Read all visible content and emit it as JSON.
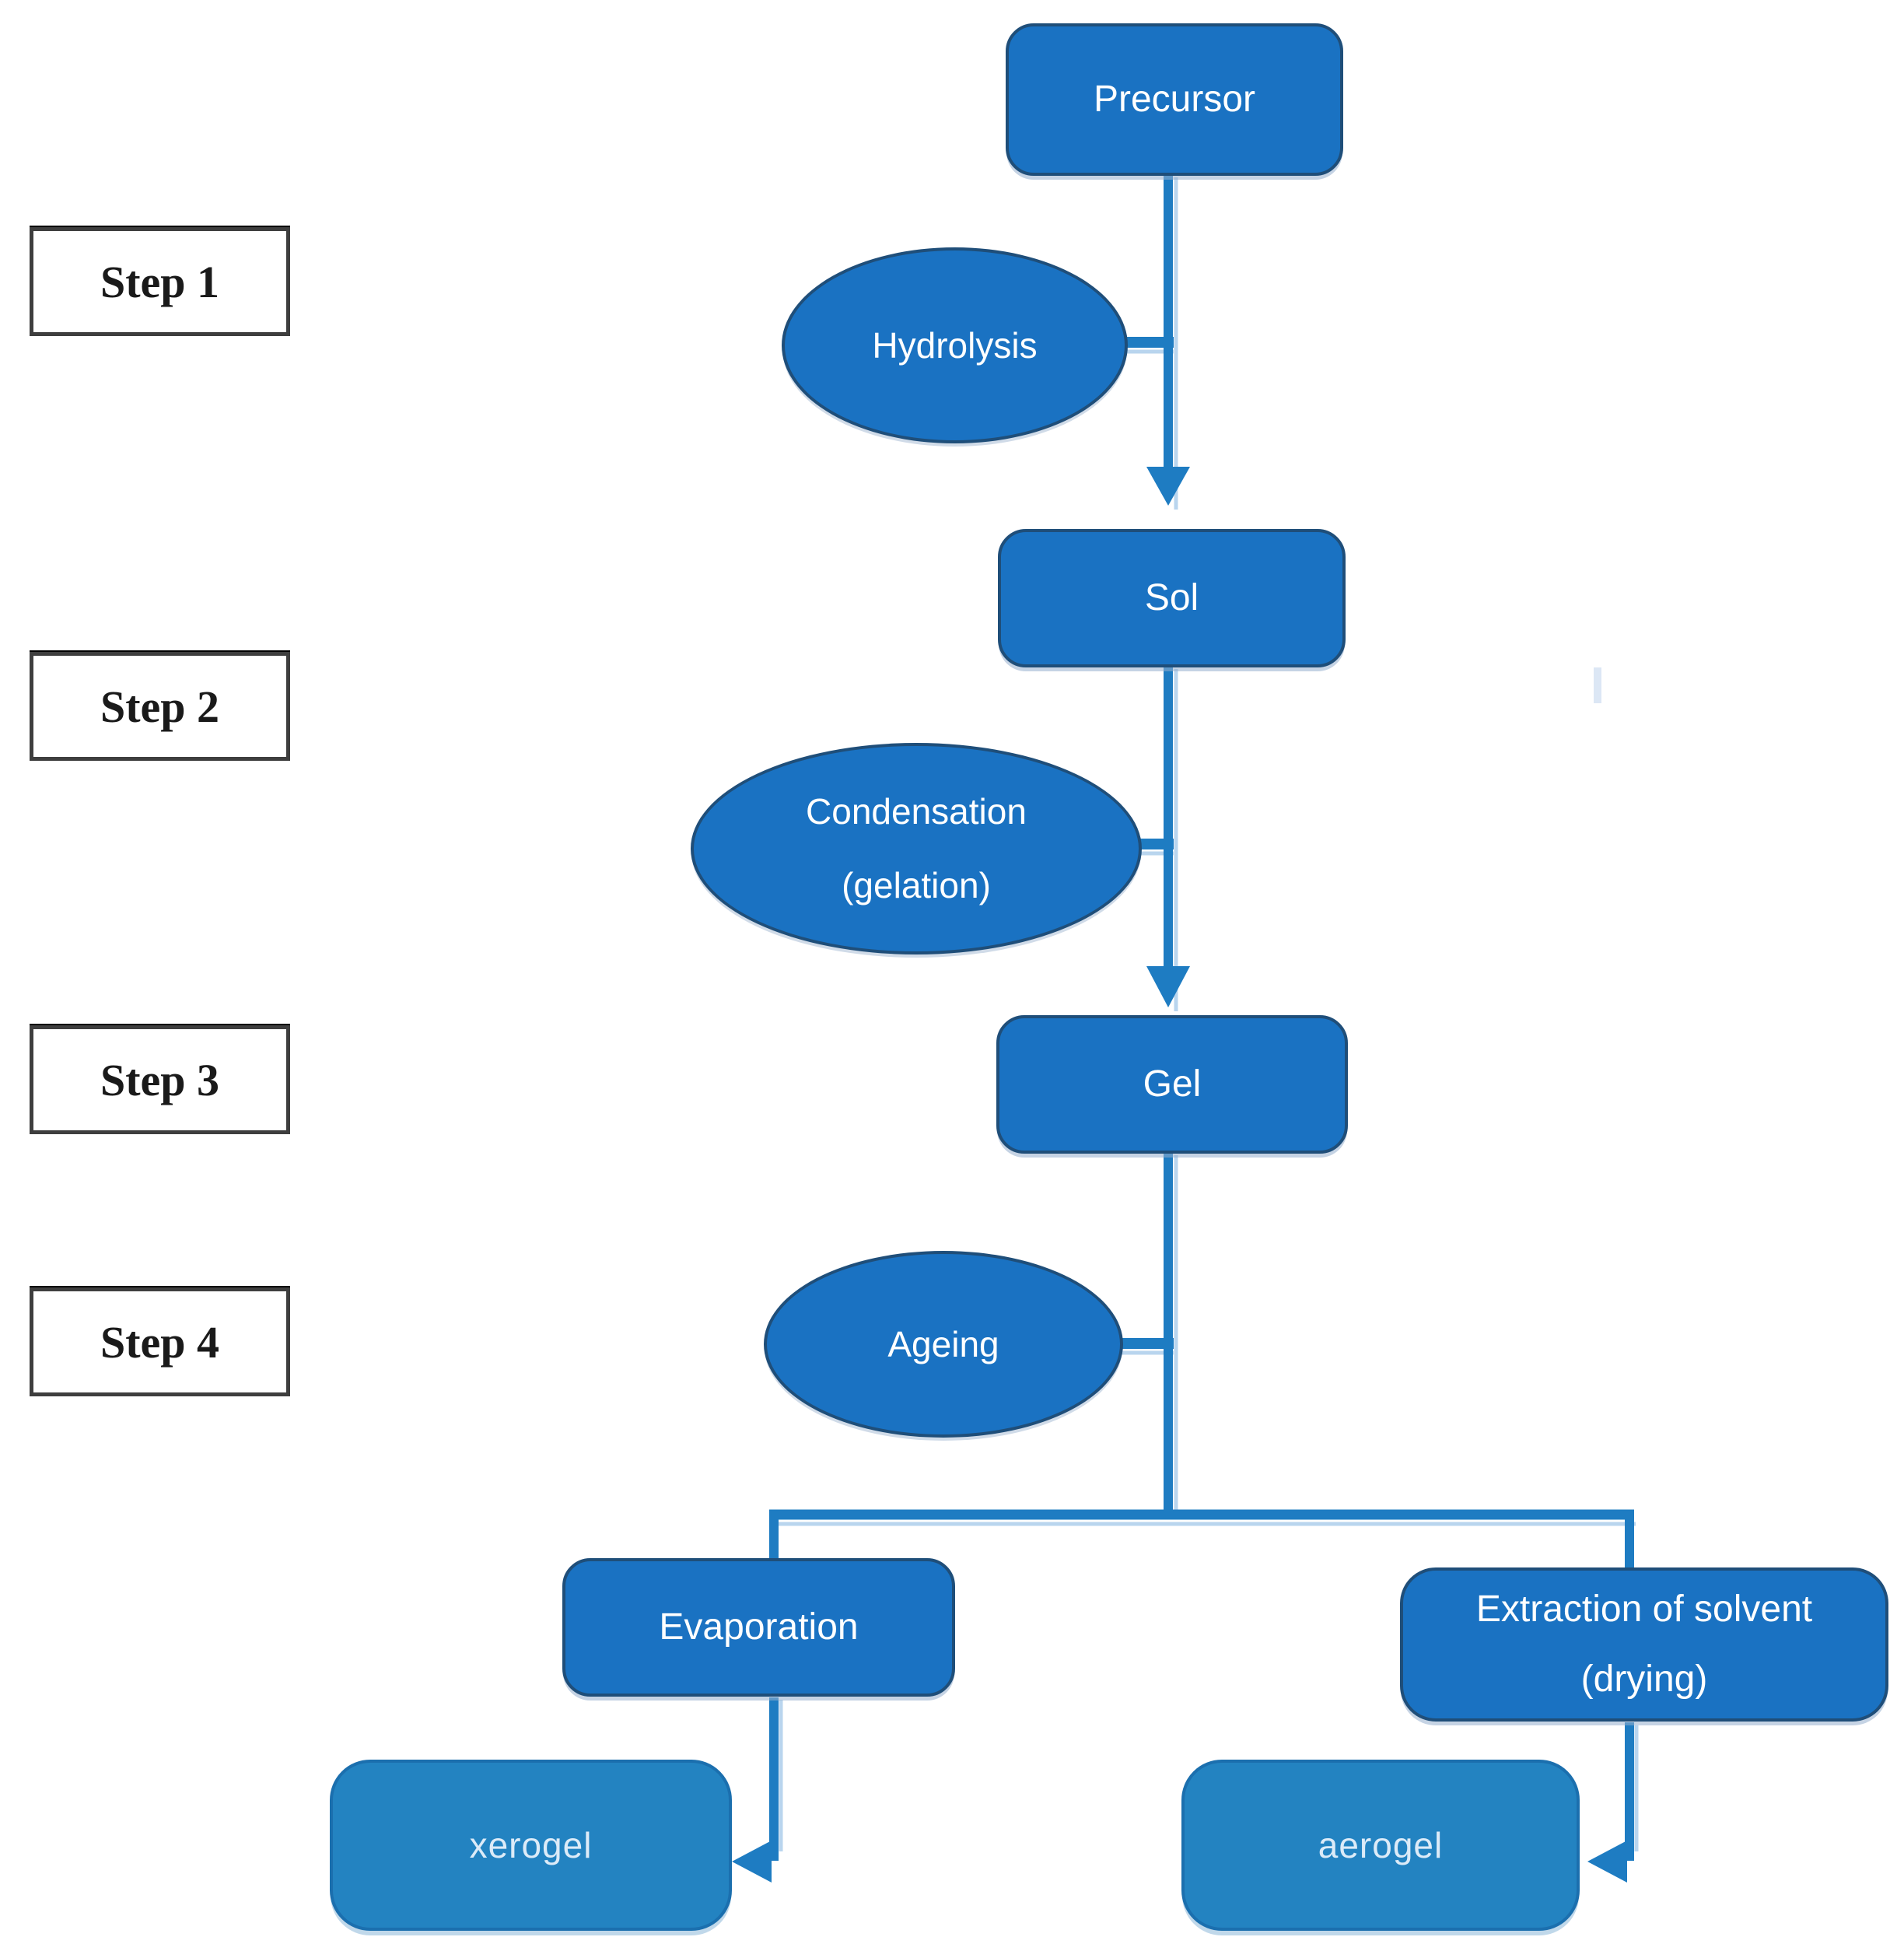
{
  "diagram": {
    "steps": [
      {
        "label": "Step 1"
      },
      {
        "label": "Step 2"
      },
      {
        "label": "Step 3"
      },
      {
        "label": "Step 4"
      }
    ],
    "nodes": {
      "precursor": {
        "label": "Precursor",
        "shape": "rounded-rect"
      },
      "hydrolysis": {
        "label": "Hydrolysis",
        "shape": "ellipse"
      },
      "sol": {
        "label": "Sol",
        "shape": "rounded-rect"
      },
      "condensation": {
        "line1": "Condensation",
        "line2": "(gelation)",
        "shape": "ellipse"
      },
      "gel": {
        "label": "Gel",
        "shape": "rounded-rect"
      },
      "ageing": {
        "label": "Ageing",
        "shape": "ellipse"
      },
      "evaporation": {
        "label": "Evaporation",
        "shape": "rounded-rect"
      },
      "extraction": {
        "line1": "Extraction of solvent",
        "line2": "(drying)",
        "shape": "rounded-rect"
      },
      "xerogel": {
        "label": "xerogel",
        "shape": "rounded-rect-light"
      },
      "aerogel": {
        "label": "aerogel",
        "shape": "rounded-rect-light"
      }
    },
    "edges": [
      {
        "from": "Precursor",
        "to": "Sol",
        "via": "Hydrolysis",
        "step": "Step 1"
      },
      {
        "from": "Sol",
        "to": "Gel",
        "via": "Condensation (gelation)",
        "step": "Step 2"
      },
      {
        "from": "Gel",
        "to": "branch",
        "via": "Ageing",
        "step": "Step 3 / Step 4"
      },
      {
        "from": "branch",
        "to": "Evaporation"
      },
      {
        "from": "branch",
        "to": "Extraction of solvent (drying)"
      },
      {
        "from": "Evaporation",
        "to": "xerogel"
      },
      {
        "from": "Extraction of solvent (drying)",
        "to": "aerogel"
      }
    ]
  },
  "colors": {
    "node_fill": "#1a72c2",
    "node_border": "#1f4e79",
    "node_text": "#ffffff",
    "light_fill": "#2383c1",
    "light_border": "#1b6fae",
    "light_text": "#dcebf8",
    "connector": "#1e7cc2",
    "connector_halo": "#b9d5ee",
    "step_bg": "#ffffff",
    "step_border": "#3e3e3e",
    "step_text": "#1a1a1a",
    "background": "#ffffff"
  }
}
